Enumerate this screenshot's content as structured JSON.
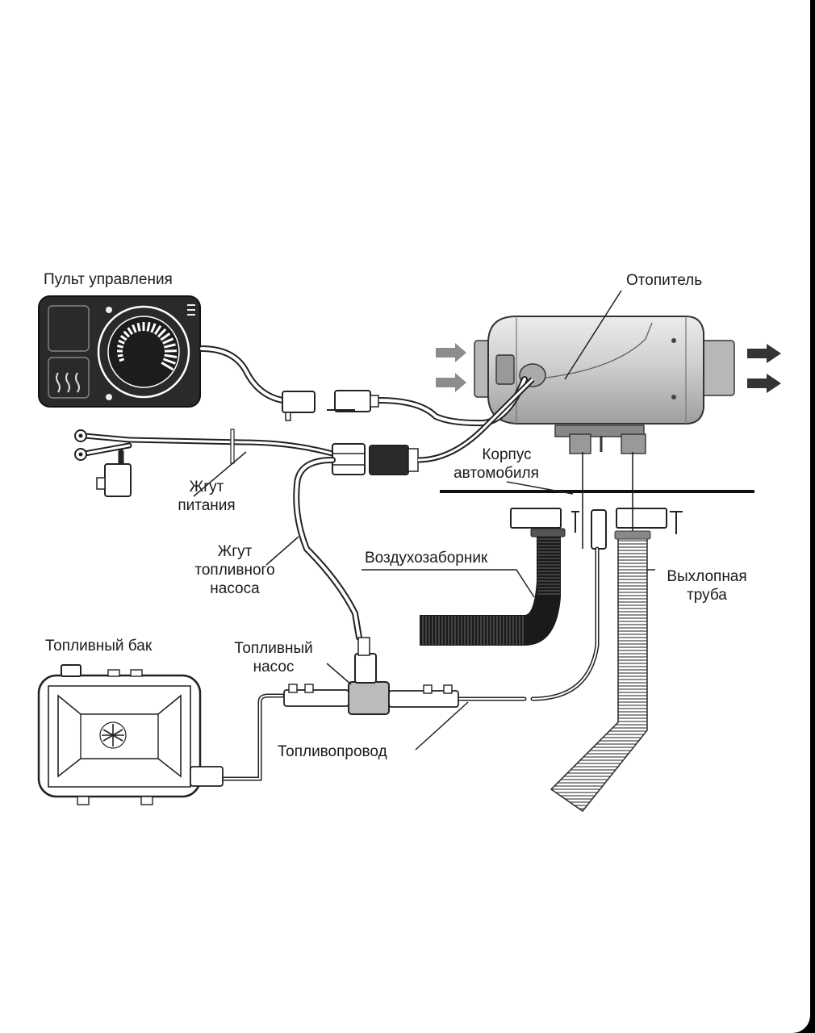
{
  "labels": {
    "control_panel": "Пульт управления",
    "heater": "Отопитель",
    "vehicle_body_line1": "Корпус",
    "vehicle_body_line2": "автомобиля",
    "power_harness_line1": "Жгут",
    "power_harness_line2": "питания",
    "pump_harness_line1": "Жгут",
    "pump_harness_line2": "топливного",
    "pump_harness_line3": "насоса",
    "air_intake": "Воздухозаборник",
    "exhaust_pipe_line1": "Выхлопная",
    "exhaust_pipe_line2": "труба",
    "fuel_tank": "Топливный бак",
    "fuel_pump_line1": "Топливный",
    "fuel_pump_line2": "насос",
    "fuel_line": "Топливопровод"
  },
  "colors": {
    "ink": "#1a1a1a",
    "heater_body": "#c9c9c9",
    "panel_body": "#2a2a2a",
    "arrow_in": "#8c8c8c",
    "arrow_out": "#333333",
    "frame": "#000000"
  },
  "icons": [
    "heat-waves-icon",
    "snowflake-icon",
    "airflow-arrow-icon"
  ]
}
